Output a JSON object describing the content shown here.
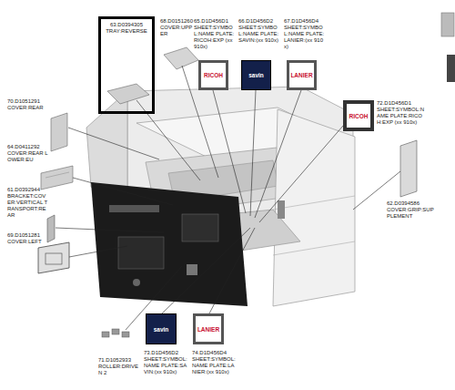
{
  "diagram": {
    "nodes": [
      {
        "text": [
          "63.D0394305",
          "TRAY:REVERSE"
        ]
      },
      {
        "text": [
          "RICOH"
        ]
      },
      {
        "text": [
          "savin"
        ]
      },
      {
        "text": [
          "LANIER"
        ]
      },
      {
        "text": [
          "RICOH"
        ]
      },
      {
        "text": [
          "savin"
        ]
      },
      {
        "text": [
          "LANIER"
        ]
      }
    ],
    "labels": [
      "68.D0151260",
      "COVER:UPPER",
      "65.D1D456D1",
      "SHEET:SYMBOL:NAME PLATE:RICOH:EXP (xx 910x)",
      "66.D1D456D2",
      "SHEET:SYMBOL:NAME PLATE:SAVIN:(xx 910x)",
      "67.D1D456D4",
      "SHEET:SYMBOL:NAME PLATE:LANIER:(xx 910x)",
      "70.D1051291",
      "COVER:REAR",
      "72.D1D456D1",
      "SHEET:SYMBOL:NAME PLATE:RICOH:EXP (xx 910x)",
      "64.D0411292",
      "COVER:REAR LOWER:EU",
      "62.D0394586",
      "COVER:GRIP:SUPPLEMENT",
      "61.D0392944",
      "BRACKET:COVER:VERTICAL TRANSPORT:REAR",
      "69.D1051281",
      "COVER:LEFT",
      "71.D1052933",
      "ROLLER:DRIVEN 2",
      "73.D1D456D2",
      "SHEET:SYMBOL:NAME PLATE:SAVIN:(xx 910x)",
      "74.D1D456D4",
      "SHEET:SYMBOL:NAME PLATE:LANIER:(xx 910x)"
    ]
  }
}
